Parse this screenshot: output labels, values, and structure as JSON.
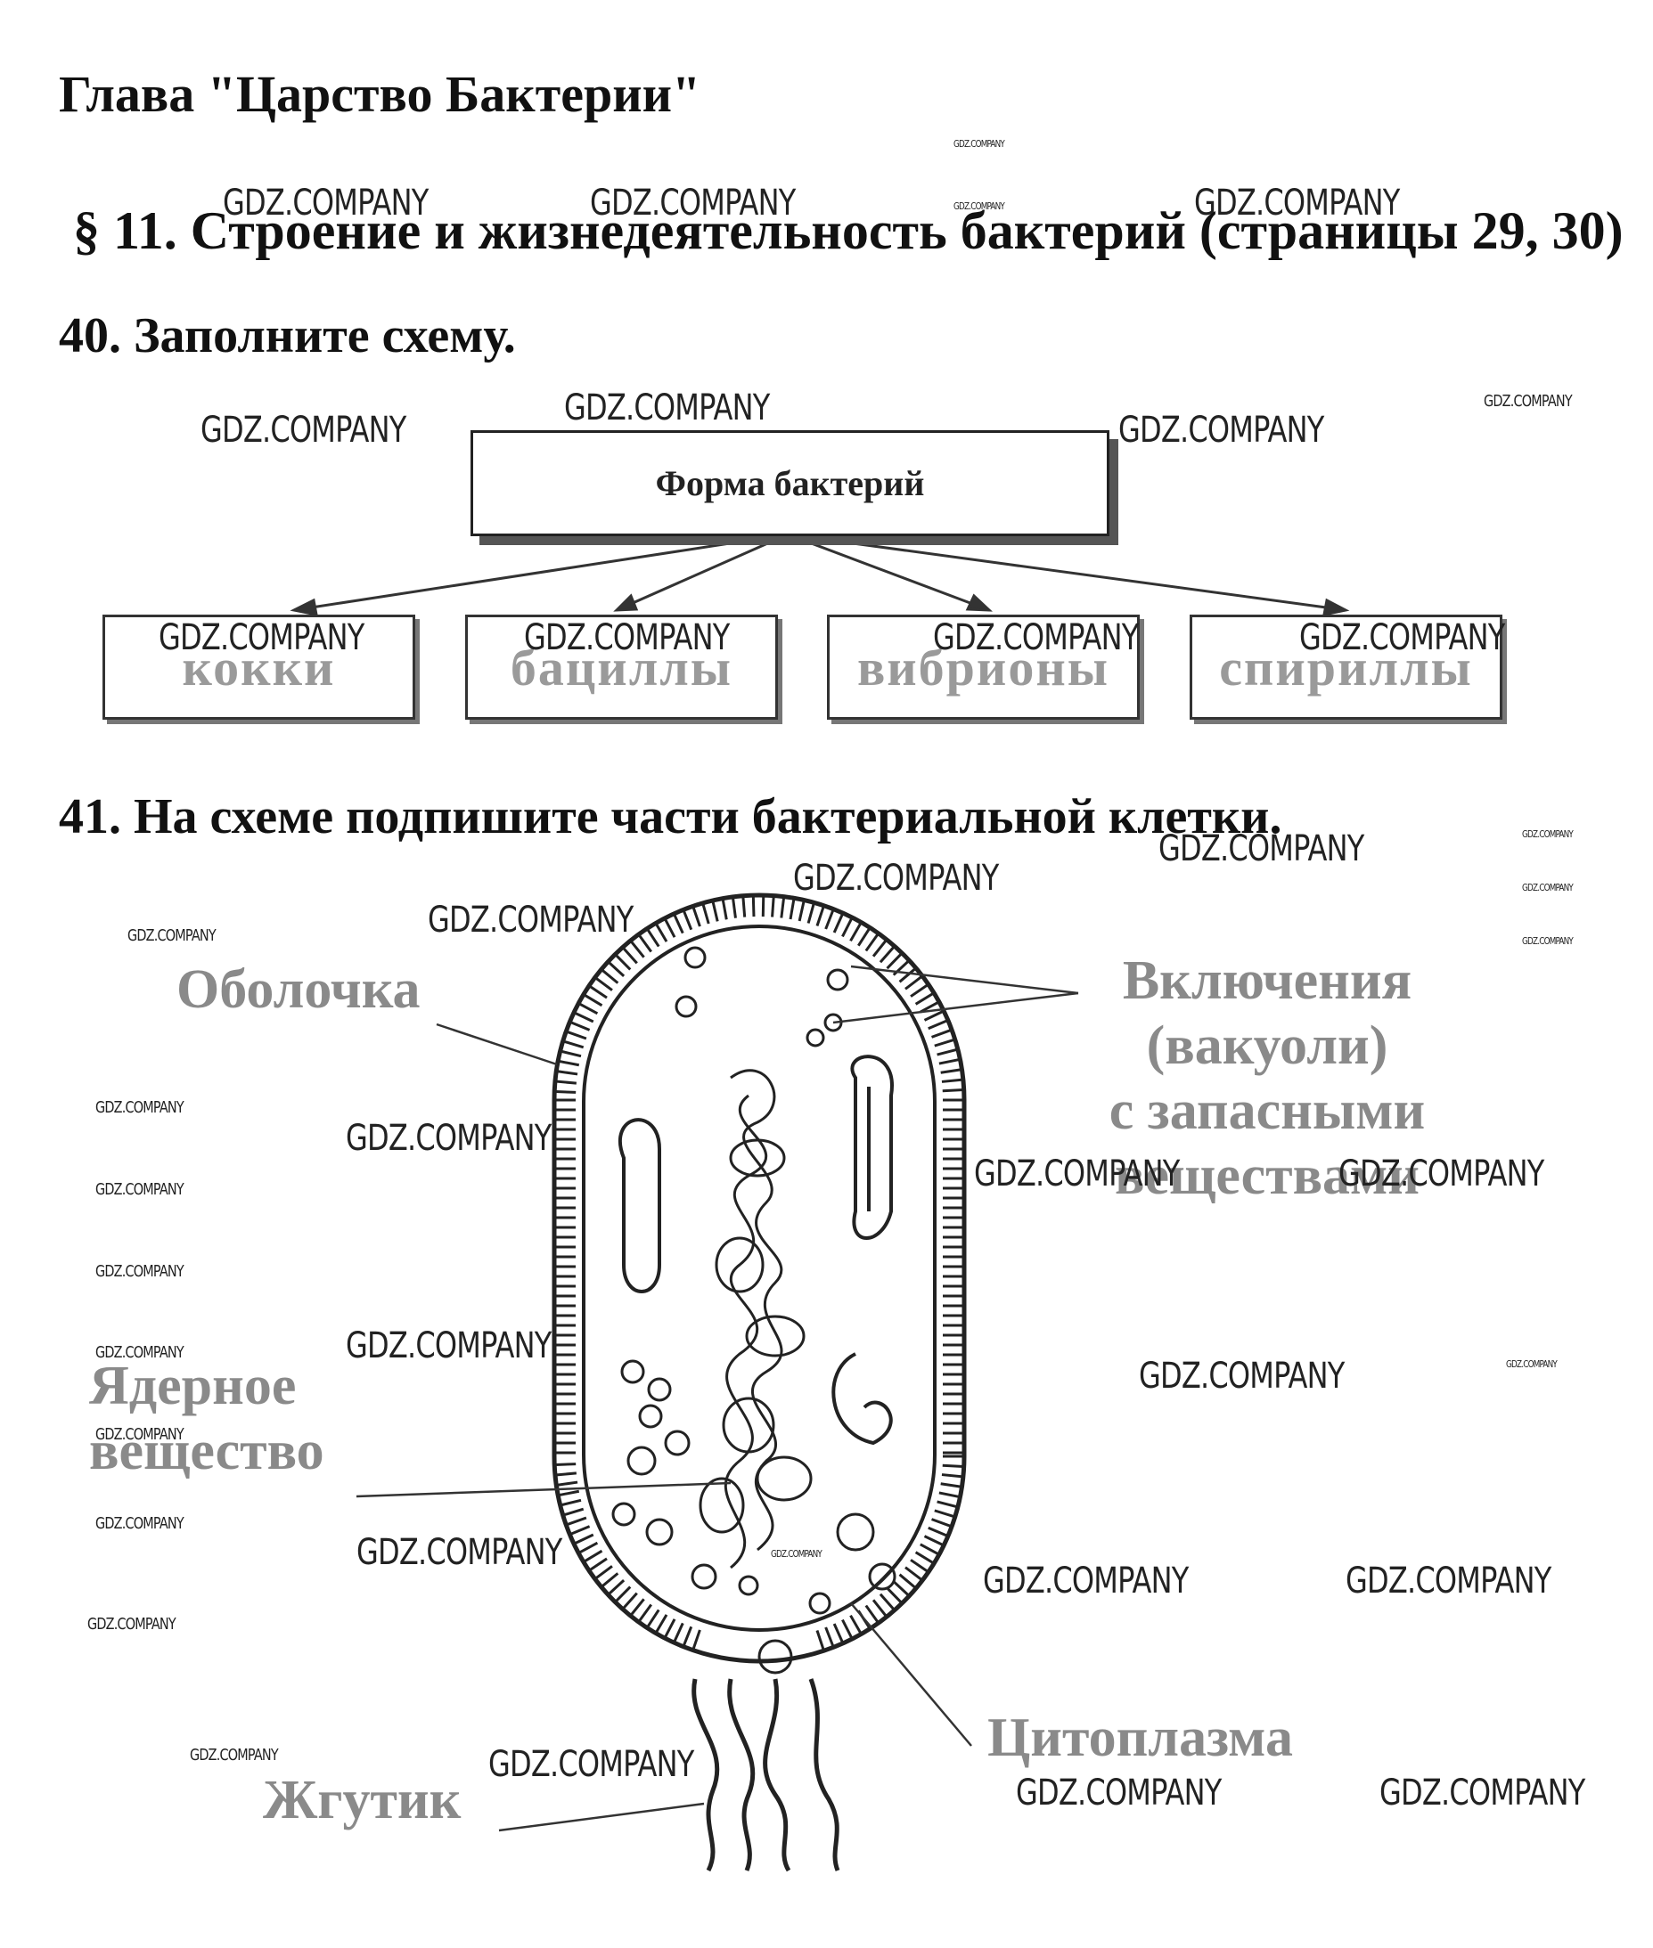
{
  "chapter_title": "Глава \"Царство Бактерии\"",
  "paragraph_title": "§ 11. Строение и жизнедеятельность бактерий (страницы 29, 30)",
  "task40": {
    "heading": "40. Заполните схему.",
    "root": "Форма бактерий",
    "children": [
      "кокки",
      "бациллы",
      "вибрионы",
      "спириллы"
    ]
  },
  "task41": {
    "heading": "41. На схеме подпишите части бактериальной клетки.",
    "labels": {
      "membrane": "Оболочка",
      "inclusions": [
        "Включения",
        "(вакуоли)",
        "с запасными",
        "веществами"
      ],
      "nuclear": [
        "Ядерное",
        "вещество"
      ],
      "cytoplasm": "Цитоплазма",
      "flagellum": "Жгутик"
    }
  },
  "watermark": "GDZ.COMPANY"
}
